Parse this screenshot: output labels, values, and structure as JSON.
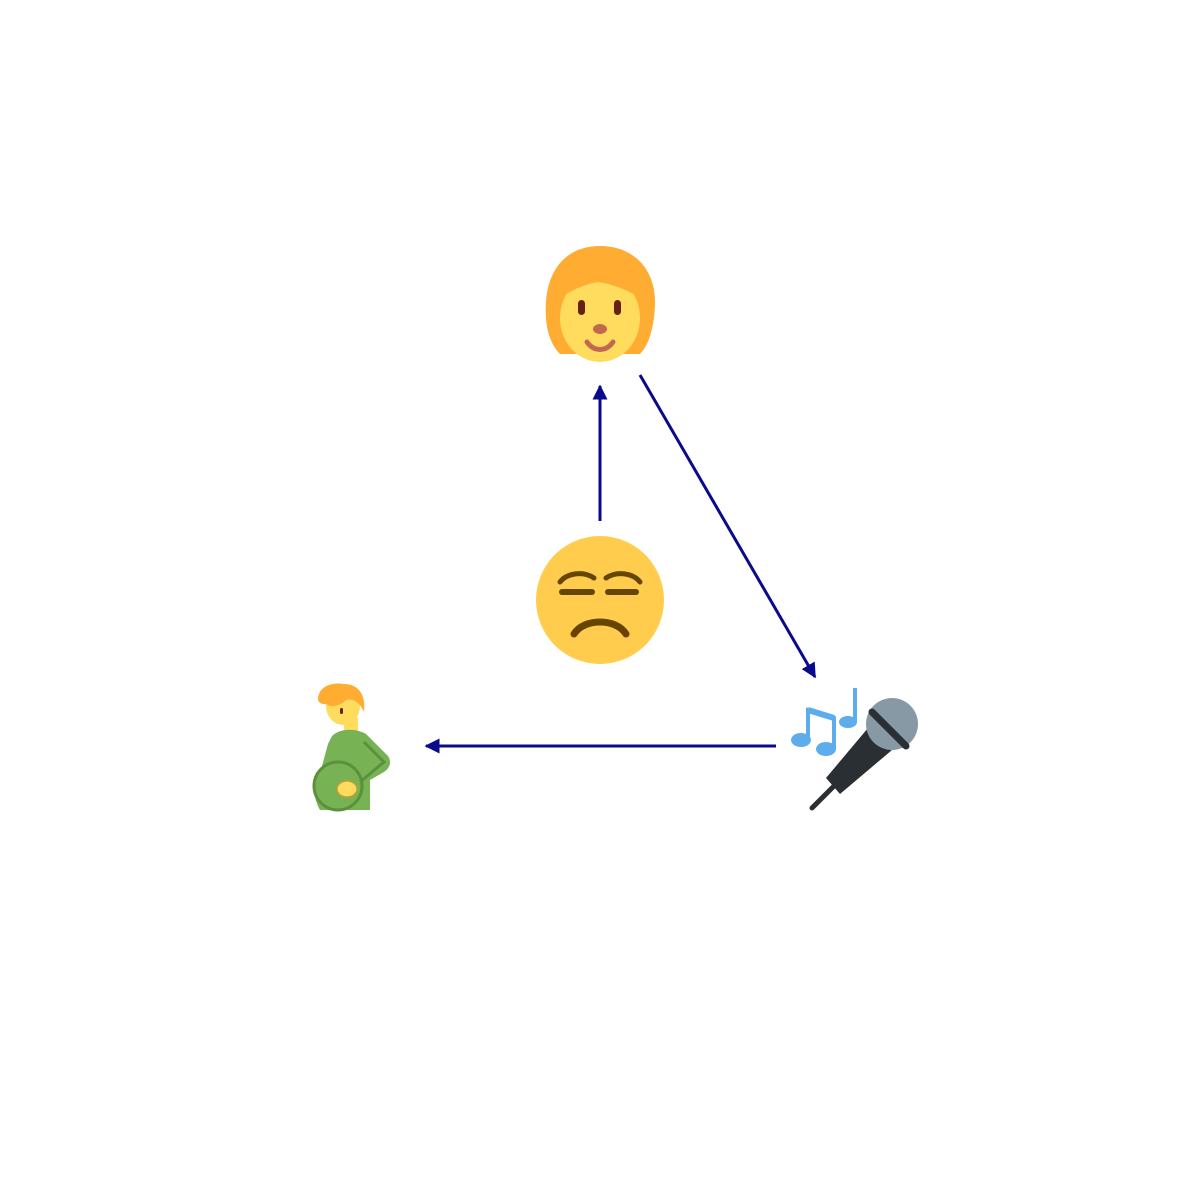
{
  "diagram": {
    "nodes": [
      {
        "id": "person",
        "icon": "person-emoji-icon"
      },
      {
        "id": "unamused",
        "icon": "unamused-face-emoji-icon"
      },
      {
        "id": "singer",
        "icon": "microphone-with-music-notes-icon"
      },
      {
        "id": "pregnant",
        "icon": "pregnant-person-emoji-icon"
      }
    ],
    "edges": [
      {
        "from": "unamused",
        "to": "person"
      },
      {
        "from": "person",
        "to": "singer"
      },
      {
        "from": "singer",
        "to": "pregnant"
      }
    ],
    "colors": {
      "arrow": "#0a0a8c",
      "face_yellow": "#ffcc4d",
      "hair_orange": "#ffac33",
      "feature_brown": "#664500",
      "shirt_green": "#77b255",
      "shirt_dark_green": "#5c913b",
      "mic_dark": "#292f33",
      "mic_gray": "#8899a6",
      "note_blue": "#5dadec"
    }
  }
}
